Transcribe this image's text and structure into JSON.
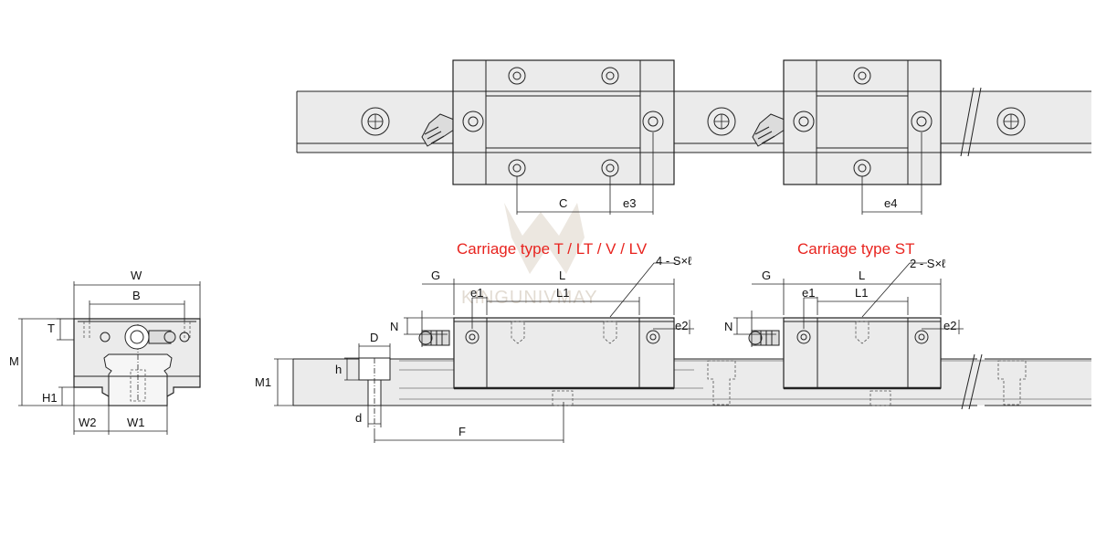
{
  "titles": {
    "type_a": "Carriage type T / LT / V / LV",
    "type_b": "Carriage type ST"
  },
  "callouts": {
    "holes_a": "4 - S×ℓ",
    "holes_b": "2 - S×ℓ"
  },
  "dims": {
    "W": "W",
    "B": "B",
    "T": "T",
    "M": "M",
    "H1": "H1",
    "W2": "W2",
    "W1": "W1",
    "C": "C",
    "e3": "e3",
    "e4": "e4",
    "G": "G",
    "L": "L",
    "L1": "L1",
    "e1": "e1",
    "e2": "e2",
    "N": "N",
    "D": "D",
    "h": "h",
    "d": "d",
    "M1": "M1",
    "F": "F"
  },
  "watermark": "KINGUNIVMAY",
  "colors": {
    "title": "#e8231e",
    "body": "#ebebeb",
    "line": "#222222"
  }
}
